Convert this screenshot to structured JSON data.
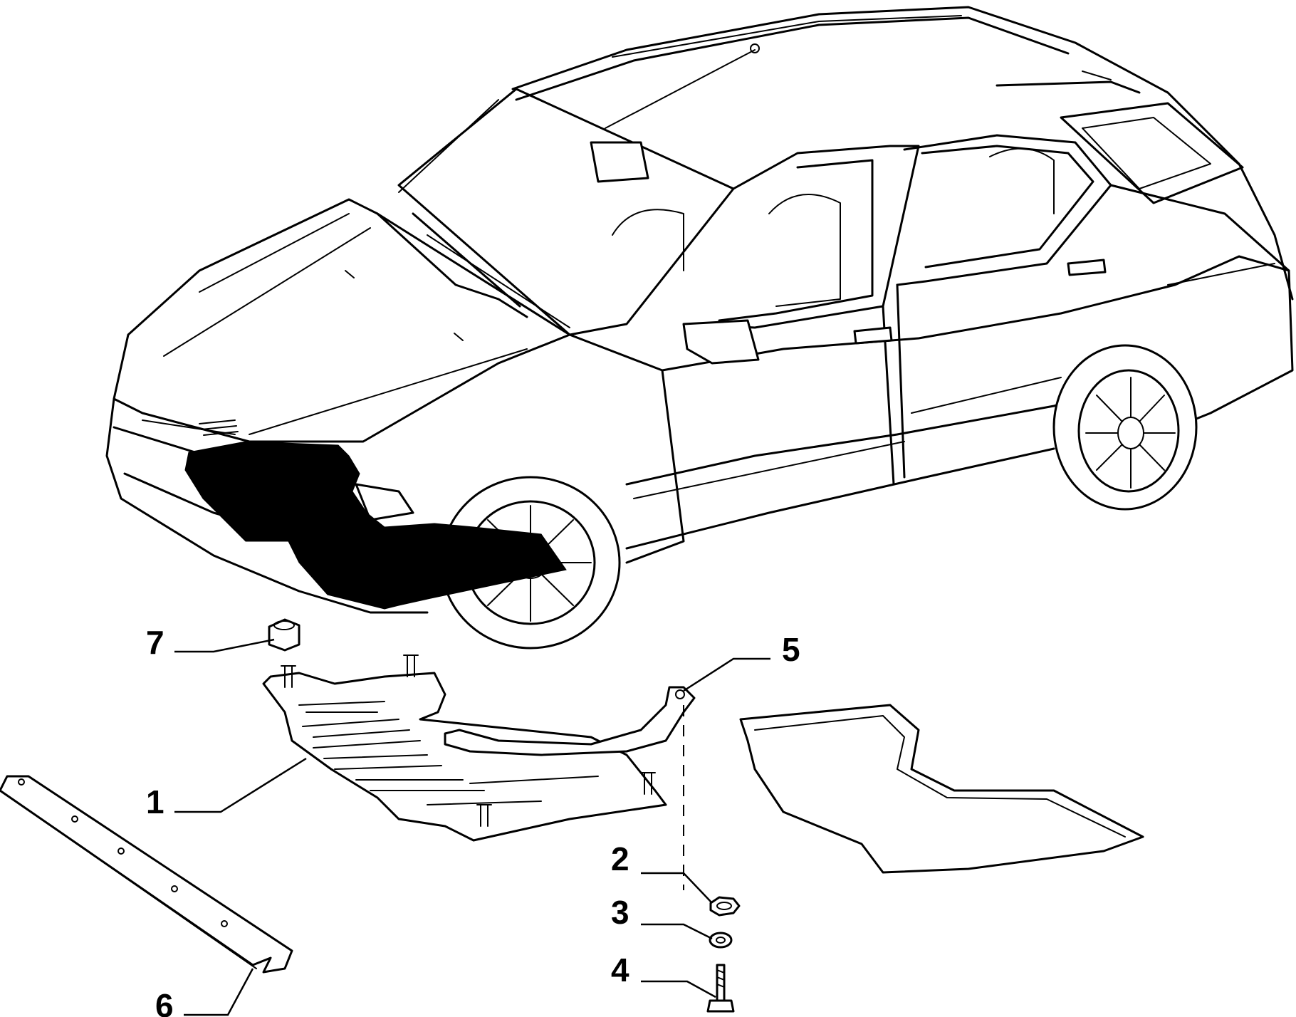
{
  "callouts": [
    {
      "id": "1",
      "label": "1"
    },
    {
      "id": "2",
      "label": "2"
    },
    {
      "id": "3",
      "label": "3"
    },
    {
      "id": "4",
      "label": "4"
    },
    {
      "id": "5",
      "label": "5"
    },
    {
      "id": "6",
      "label": "6"
    },
    {
      "id": "7",
      "label": "7"
    }
  ],
  "colors": {
    "line": "#000000",
    "background": "#ffffff",
    "highlight": "#000000"
  },
  "icons": {
    "vehicle": "car-outline-icon",
    "part1": "underbody-shield-icon",
    "part2": "nut-icon",
    "part3": "washer-icon",
    "part4": "bolt-icon",
    "part5": "bracket-icon",
    "part6": "strip-icon",
    "part7": "cage-nut-icon"
  }
}
